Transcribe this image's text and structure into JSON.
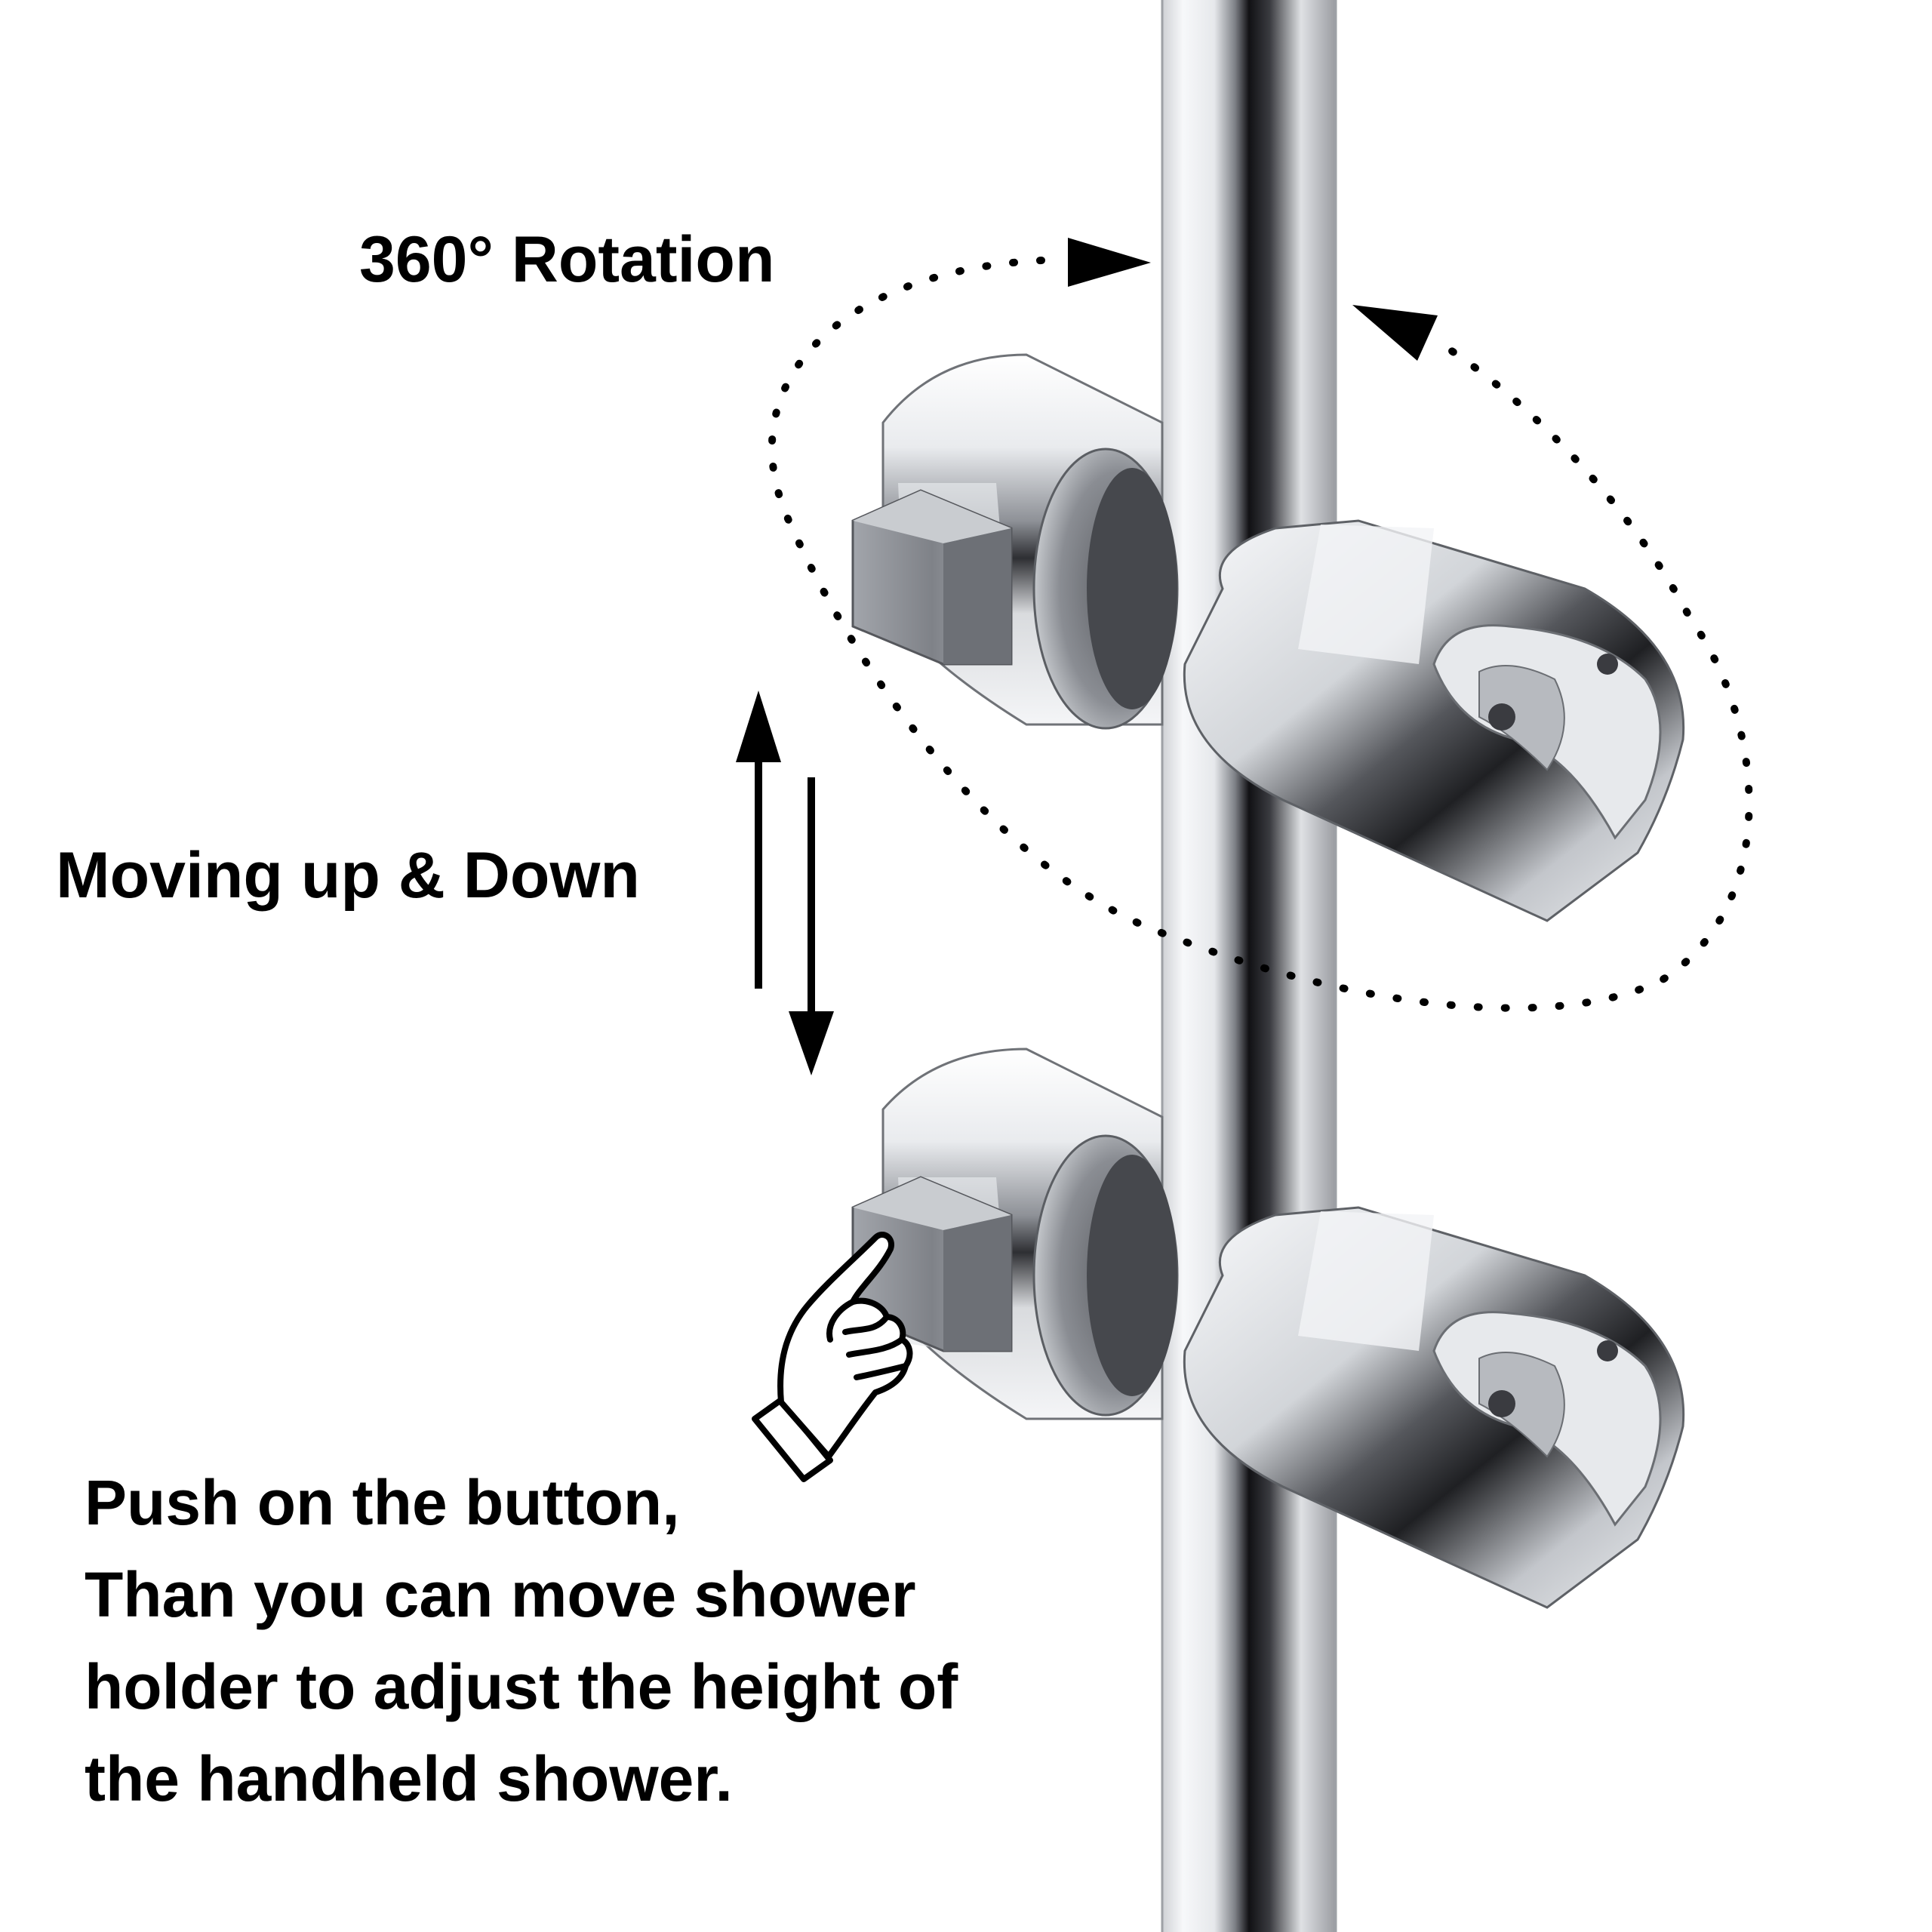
{
  "labels": {
    "rotation": "360° Rotation",
    "moving": "Moving up & Down",
    "instructions": [
      "Push on the button,",
      "Than you can move shower",
      "holder to adjust the height of",
      "the handheld shower."
    ]
  },
  "colors": {
    "background": "#ffffff",
    "text": "#000000",
    "chrome_light": "#f2f3f5",
    "chrome_mid": "#b9bcc1",
    "chrome_dark": "#2b2b2e",
    "button_gray": "#8d9096"
  },
  "icons": {
    "rotation_arrows": "dotted-rotation-arrow-icon",
    "updown_arrows": "up-down-arrows-icon",
    "pointing_hand": "pointing-hand-icon"
  }
}
